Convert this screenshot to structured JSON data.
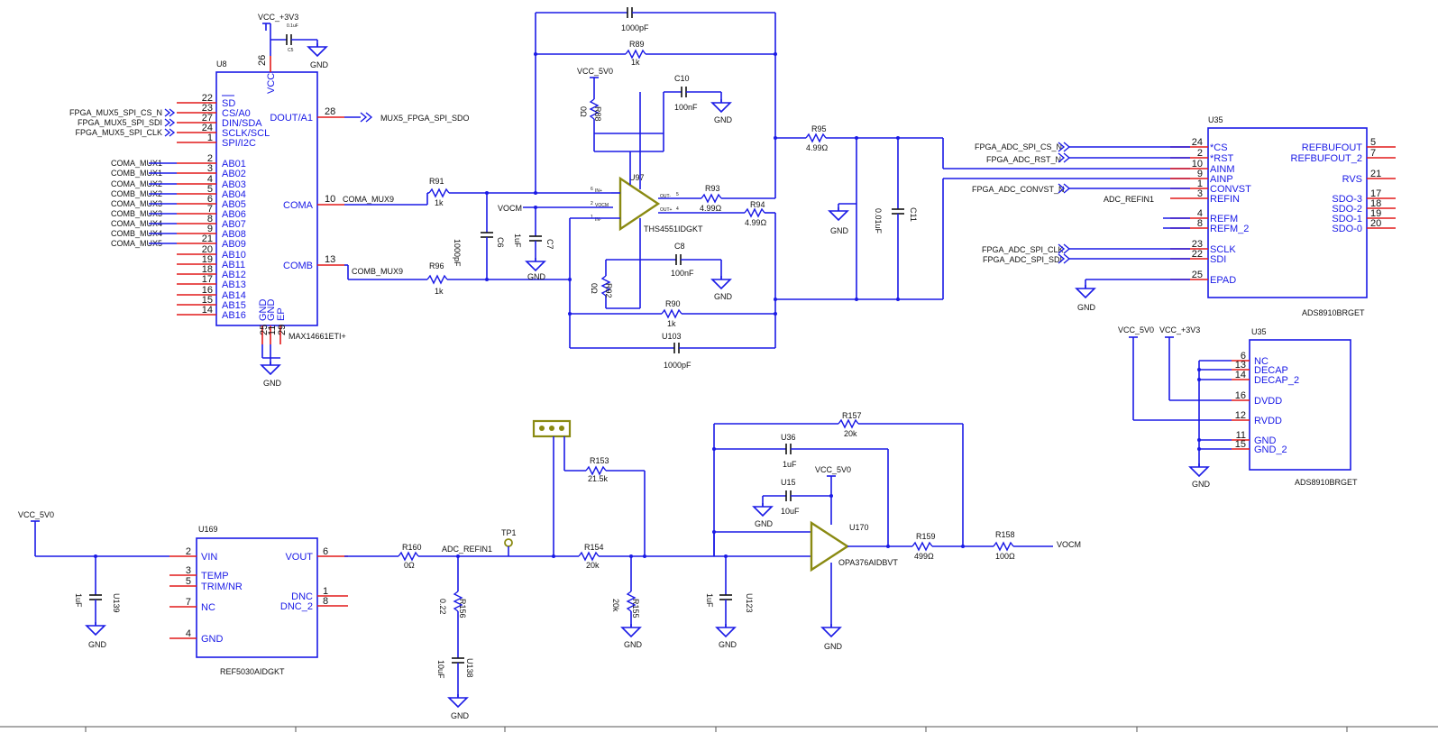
{
  "power": {
    "vcc_3v3": "VCC_+3V3",
    "vcc_5v0": "VCC_5V0",
    "gnd": "GND"
  },
  "u8": {
    "ref": "U8",
    "part": "MAX14661ETI+",
    "vcc_label": "VCC",
    "vcc_pin": "26",
    "left_pins": [
      {
        "num": "22",
        "label": "SD"
      },
      {
        "num": "23",
        "label": "CS/A0"
      },
      {
        "num": "27",
        "label": "DIN/SDA"
      },
      {
        "num": "24",
        "label": "SCLK/SCL"
      },
      {
        "num": "1",
        "label": "SPI/I2C"
      },
      {
        "num": "2",
        "label": "AB01"
      },
      {
        "num": "3",
        "label": "AB02"
      },
      {
        "num": "4",
        "label": "AB03"
      },
      {
        "num": "5",
        "label": "AB04"
      },
      {
        "num": "6",
        "label": "AB05"
      },
      {
        "num": "7",
        "label": "AB06"
      },
      {
        "num": "8",
        "label": "AB07"
      },
      {
        "num": "9",
        "label": "AB08"
      },
      {
        "num": "21",
        "label": "AB09"
      },
      {
        "num": "20",
        "label": "AB10"
      },
      {
        "num": "19",
        "label": "AB11"
      },
      {
        "num": "18",
        "label": "AB12"
      },
      {
        "num": "17",
        "label": "AB13"
      },
      {
        "num": "16",
        "label": "AB14"
      },
      {
        "num": "15",
        "label": "AB15"
      },
      {
        "num": "14",
        "label": "AB16"
      }
    ],
    "right_pins": [
      {
        "num": "28",
        "label": "DOUT/A1"
      },
      {
        "num": "10",
        "label": "COMA"
      },
      {
        "num": "13",
        "label": "COMB"
      }
    ],
    "bottom_labels": [
      "GND",
      "GND",
      "EP"
    ],
    "bottom_pins": [
      "25",
      "11",
      "29"
    ],
    "left_nets": [
      "FPGA_MUX5_SPI_CS_N",
      "FPGA_MUX5_SPI_SDI",
      "FPGA_MUX5_SPI_CLK",
      "COMA_MUX1",
      "COMB_MUX1",
      "COMA_MUX2",
      "COMB_MUX2",
      "COMA_MUX3",
      "COMB_MUX3",
      "COMA_MUX4",
      "COMB_MUX4",
      "COMA_MUX5"
    ],
    "out_net": "MUX5_FPGA_SPI_SDO",
    "coma_net": "COMA_MUX9",
    "comb_net": "COMB_MUX9"
  },
  "c5": {
    "ref": "C5",
    "value": "0.1uF"
  },
  "driver": {
    "ref": "U97",
    "part": "THS4551IDGKT",
    "vocm_net": "VOCM",
    "pin_in_p": "IN+",
    "pin_vocm": "VOCM",
    "pin_in_m": "IN-",
    "pin_out_m": "OUT-",
    "pin_out_p": "OUT+",
    "nums": [
      "6",
      "2",
      "1",
      "5",
      "4"
    ]
  },
  "parts": {
    "r91": {
      "ref": "R91",
      "value": "1k"
    },
    "r96": {
      "ref": "R96",
      "value": "1k"
    },
    "r89": {
      "ref": "R89",
      "value": "1k"
    },
    "r90": {
      "ref": "R90",
      "value": "1k"
    },
    "r88": {
      "ref": "R88",
      "value": "0Ω"
    },
    "r92": {
      "ref": "R92",
      "value": "0Ω"
    },
    "r93": {
      "ref": "R93",
      "value": "4.99Ω"
    },
    "r94": {
      "ref": "R94",
      "value": "4.99Ω"
    },
    "r95": {
      "ref": "R95",
      "value": "4.99Ω"
    },
    "c6": {
      "ref": "C6",
      "value": "1000pF"
    },
    "c7": {
      "ref": "C7",
      "value": "1uF"
    },
    "c8": {
      "ref": "C8",
      "value": "100nF"
    },
    "c10": {
      "ref": "C10",
      "value": "100nF"
    },
    "c11": {
      "ref": "C11",
      "value": "0.01uF"
    },
    "c_top": {
      "ref": "",
      "value": "1000pF"
    },
    "u103": {
      "ref": "U103",
      "value": "1000pF"
    },
    "r160": {
      "ref": "R160",
      "value": "0Ω"
    },
    "r156": {
      "ref": "R156",
      "value": "0.22"
    },
    "r153": {
      "ref": "R153",
      "value": "21.5k"
    },
    "r154": {
      "ref": "R154",
      "value": "20k"
    },
    "r155": {
      "ref": "R155",
      "value": "20k"
    },
    "r157": {
      "ref": "R157",
      "value": "20k"
    },
    "r159": {
      "ref": "R159",
      "value": "499Ω"
    },
    "r158": {
      "ref": "R158",
      "value": "100Ω"
    },
    "u139": {
      "ref": "U139",
      "value": "1uF"
    },
    "u138": {
      "ref": "U138",
      "value": "10uF"
    },
    "u123": {
      "ref": "U123",
      "value": "1uF"
    },
    "u36": {
      "ref": "U36",
      "value": "1uF"
    },
    "u15": {
      "ref": "U15",
      "value": "10uF"
    }
  },
  "adc": {
    "ref": "U35",
    "part": "ADS8910BRGET",
    "left_pins": [
      {
        "num": "24",
        "label": "*CS"
      },
      {
        "num": "2",
        "label": "*RST"
      },
      {
        "num": "10",
        "label": "AINM"
      },
      {
        "num": "9",
        "label": "AINP"
      },
      {
        "num": "1",
        "label": "CONVST"
      },
      {
        "num": "3",
        "label": "REFIN"
      },
      {
        "num": "4",
        "label": "REFM"
      },
      {
        "num": "8",
        "label": "REFM_2"
      },
      {
        "num": "23",
        "label": "SCLK"
      },
      {
        "num": "22",
        "label": "SDI"
      },
      {
        "num": "25",
        "label": "EPAD"
      }
    ],
    "right_pins": [
      {
        "num": "5",
        "label": "REFBUFOUT"
      },
      {
        "num": "7",
        "label": "REFBUFOUT_2"
      },
      {
        "num": "21",
        "label": "RVS"
      },
      {
        "num": "17",
        "label": "SDO-3"
      },
      {
        "num": "18",
        "label": "SDO-2"
      },
      {
        "num": "19",
        "label": "SDO-1"
      },
      {
        "num": "20",
        "label": "SDO-0"
      }
    ],
    "nets": [
      "FPGA_ADC_SPI_CS_N",
      "FPGA_ADC_RST_N",
      "FPGA_ADC_CONVST_N",
      "ADC_REFIN1",
      "FPGA_ADC_SPI_CLK",
      "FPGA_ADC_SPI_SDI"
    ]
  },
  "adc_pwr": {
    "ref": "U35",
    "part": "ADS8910BRGET",
    "pins": [
      {
        "num": "6",
        "label": "NC"
      },
      {
        "num": "13",
        "label": "DECAP"
      },
      {
        "num": "14",
        "label": "DECAP_2"
      },
      {
        "num": "16",
        "label": "DVDD"
      },
      {
        "num": "12",
        "label": "RVDD"
      },
      {
        "num": "11",
        "label": "GND"
      },
      {
        "num": "15",
        "label": "GND_2"
      }
    ]
  },
  "ref5030": {
    "ref": "U169",
    "part": "REF5030AIDGKT",
    "left_pins": [
      {
        "num": "2",
        "label": "VIN"
      },
      {
        "num": "3",
        "label": "TEMP"
      },
      {
        "num": "5",
        "label": "TRIM/NR"
      },
      {
        "num": "7",
        "label": "NC"
      },
      {
        "num": "4",
        "label": "GND"
      }
    ],
    "right_pins": [
      {
        "num": "6",
        "label": "VOUT"
      },
      {
        "num": "1",
        "label": "DNC"
      },
      {
        "num": "8",
        "label": "DNC_2"
      }
    ]
  },
  "buffer": {
    "ref": "U170",
    "part": "OPA376AIDBVT"
  },
  "misc": {
    "tp1": "TP1",
    "adc_refin1": "ADC_REFIN1",
    "vocm": "VOCM"
  }
}
